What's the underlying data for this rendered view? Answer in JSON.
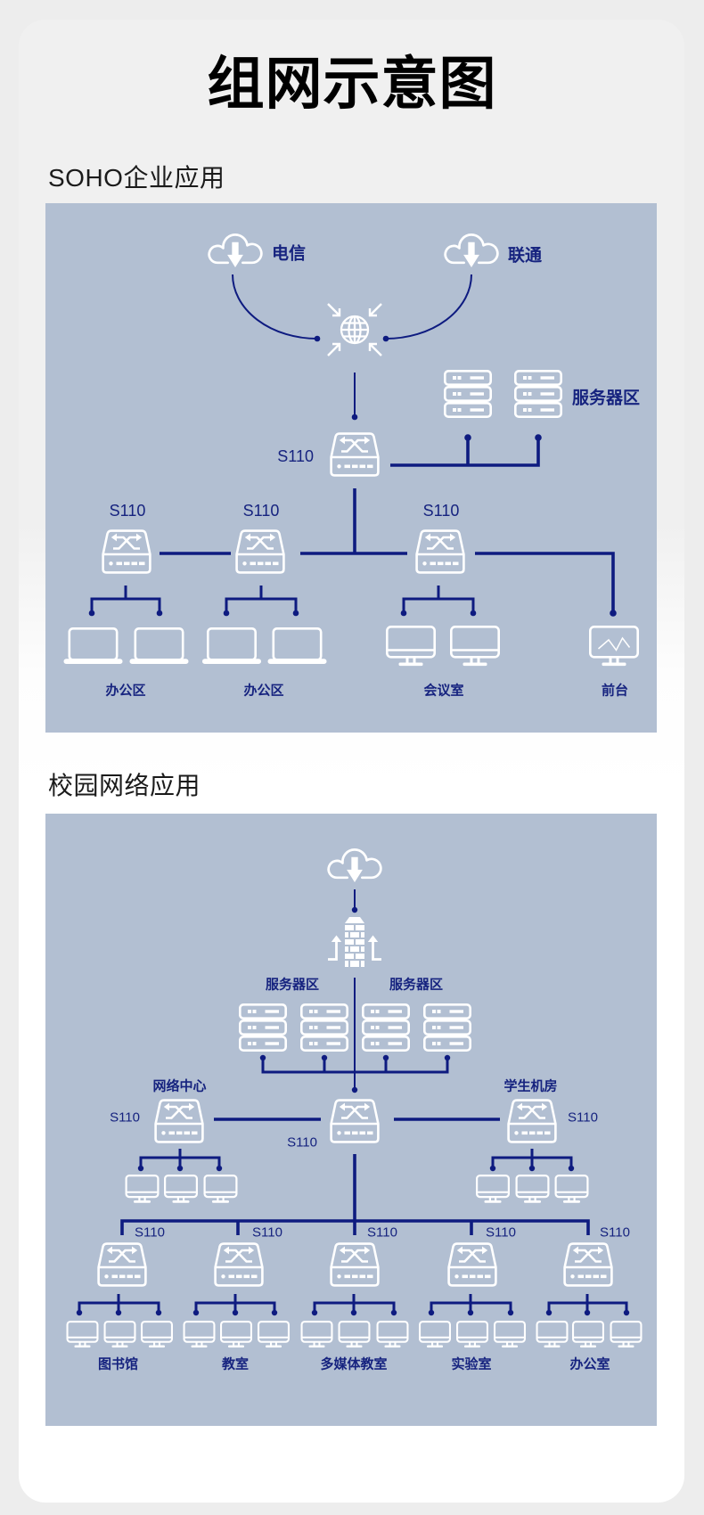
{
  "page": {
    "title": "组网示意图"
  },
  "theme": {
    "page_background": "#ededed",
    "panel_color": "#b2bfd2",
    "link_color": "#0e1b80",
    "label_color": "#16237f",
    "icon_color": "#ffffff"
  },
  "soho": {
    "heading": "SOHO企业应用",
    "isps": [
      {
        "label": "电信",
        "icon": "cloud-download-icon"
      },
      {
        "label": "联通",
        "icon": "cloud-download-icon"
      }
    ],
    "gateway": {
      "icon": "globe-icon"
    },
    "core_switch": {
      "model": "S110",
      "icon": "switch-icon"
    },
    "server_zone": {
      "label": "服务器区",
      "icon": "server-icon",
      "server_count": 2
    },
    "access_switches": [
      {
        "model": "S110",
        "zone": "办公区",
        "device_icon": "laptop-icon",
        "device_count": 2
      },
      {
        "model": "S110",
        "zone": "办公区",
        "device_icon": "laptop-icon",
        "device_count": 2
      },
      {
        "model": "S110",
        "zone": "会议室",
        "device_icon": "monitor-icon",
        "device_count": 2
      }
    ],
    "front_desk": {
      "label": "前台",
      "icon": "monitor-waveform-icon"
    }
  },
  "campus": {
    "heading": "校园网络应用",
    "internet": {
      "icon": "cloud-download-icon"
    },
    "firewall": {
      "icon": "firewall-icon"
    },
    "server_zones": [
      {
        "label": "服务器区",
        "icon": "server-icon",
        "server_count": 2
      },
      {
        "label": "服务器区",
        "icon": "server-icon",
        "server_count": 2
      }
    ],
    "core_switch": {
      "model": "S110",
      "icon": "switch-icon"
    },
    "distribution_switches": [
      {
        "label": "网络中心",
        "model": "S110",
        "device_icon": "monitor-icon",
        "device_count": 3
      },
      {
        "label": "学生机房",
        "model": "S110",
        "device_icon": "monitor-icon",
        "device_count": 3
      }
    ],
    "access_switches": [
      {
        "model": "S110",
        "zone": "图书馆",
        "device_icon": "monitor-icon",
        "device_count": 3
      },
      {
        "model": "S110",
        "zone": "教室",
        "device_icon": "monitor-icon",
        "device_count": 3
      },
      {
        "model": "S110",
        "zone": "多媒体教室",
        "device_icon": "monitor-icon",
        "device_count": 3
      },
      {
        "model": "S110",
        "zone": "实验室",
        "device_icon": "monitor-icon",
        "device_count": 3
      },
      {
        "model": "S110",
        "zone": "办公室",
        "device_icon": "monitor-icon",
        "device_count": 3
      }
    ]
  }
}
